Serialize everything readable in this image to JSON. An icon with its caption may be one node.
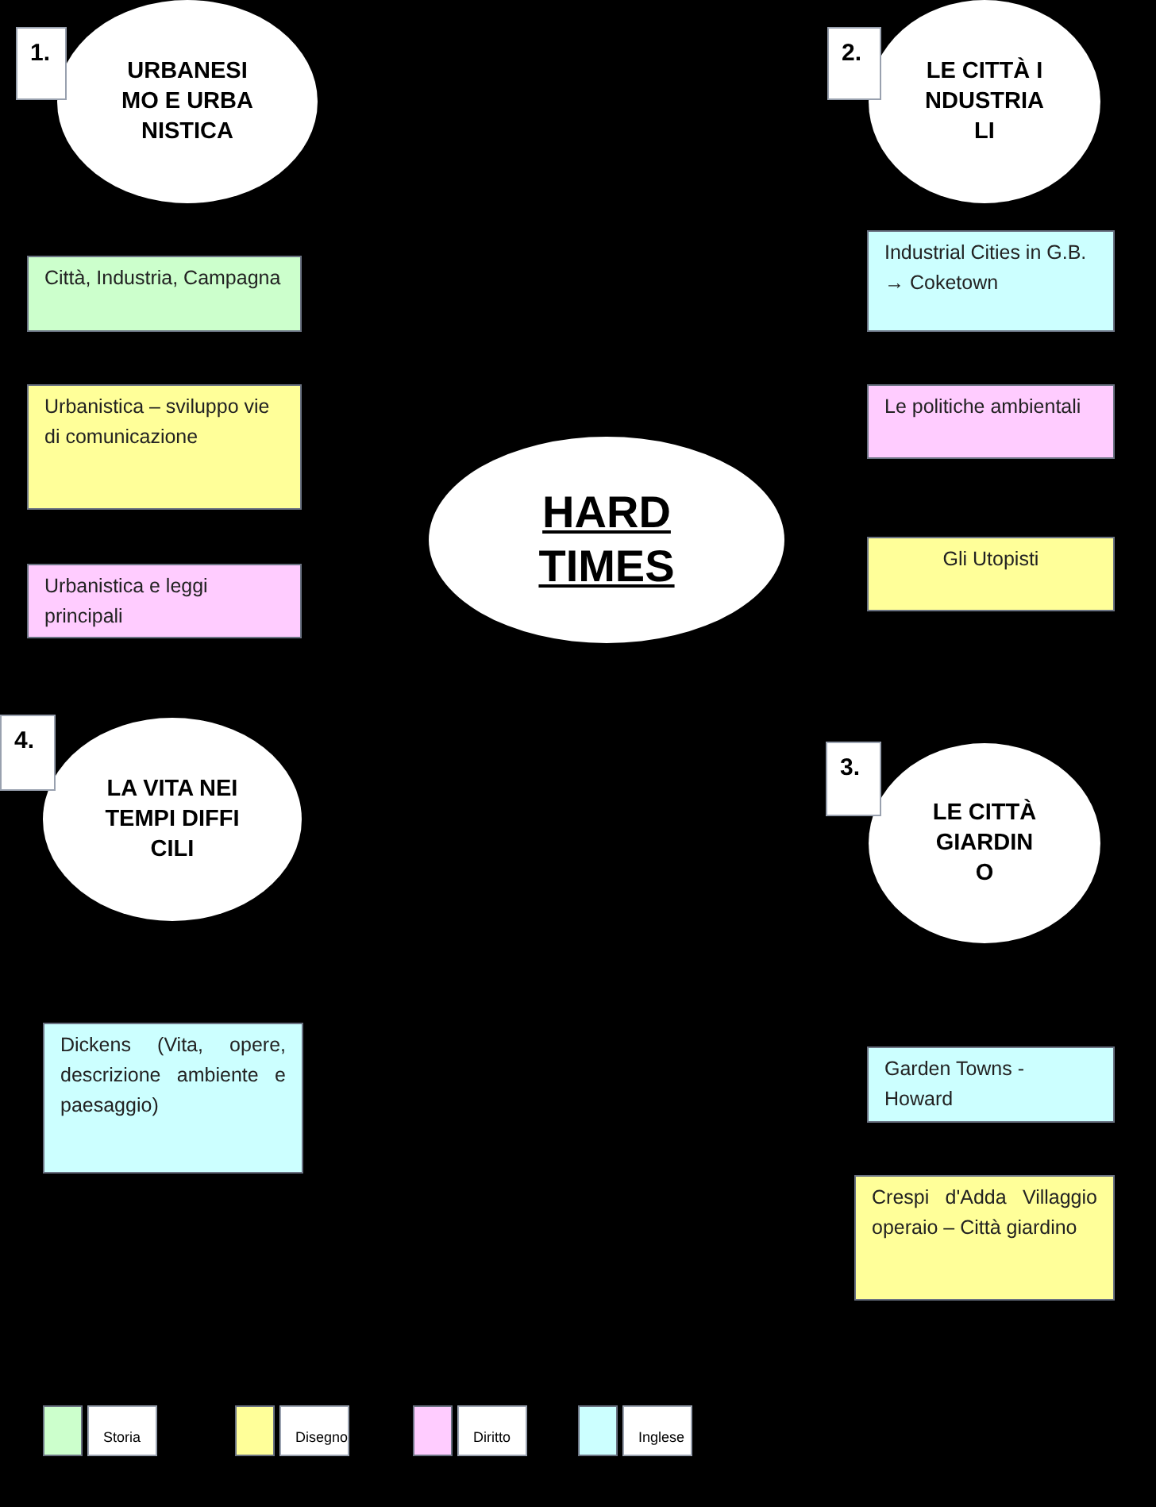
{
  "diagram": {
    "nodes": [
      {
        "text": [
          "URBANESIMO E URBANISTICA"
        ],
        "beside": [
          "1."
        ]
      },
      {
        "text": [
          "LE CITTÀ INDUSTRIALI"
        ],
        "beside": [
          "2."
        ]
      },
      {
        "text": [
          "Città, Industria, Campagna"
        ]
      },
      {
        "text": [
          "Industrial Cities in G.B. → Coketown"
        ]
      },
      {
        "text": [
          "Urbanistica – sviluppo vie di comunicazione"
        ]
      },
      {
        "text": [
          "Le politiche ambientali"
        ]
      },
      {
        "text": [
          "Urbanistica e leggi principali"
        ]
      },
      {
        "text": [
          "HARD TIMES"
        ]
      },
      {
        "text": [
          "Gli Utopisti"
        ]
      },
      {
        "text": [
          "LA VITA NEI TEMPI DIFFICILI"
        ],
        "beside": [
          "4."
        ]
      },
      {
        "text": [
          "LE CITTÀ GIARDINO"
        ],
        "beside": [
          "3."
        ]
      },
      {
        "text": [
          "Dickens (Vita, opere, descrizione ambiente e paesaggio)"
        ]
      },
      {
        "text": [
          "Garden Towns - Howard"
        ]
      },
      {
        "text": [
          "Crespi d'Adda Villaggio operaio – Città giardino"
        ]
      }
    ],
    "legend": [
      {
        "text": "Storia",
        "color": "#ccffcc"
      },
      {
        "text": "Disegno",
        "color": "#ffff99"
      },
      {
        "text": "Diritto",
        "color": "#ffccff"
      },
      {
        "text": "Inglese",
        "color": "#ccffff"
      }
    ]
  }
}
